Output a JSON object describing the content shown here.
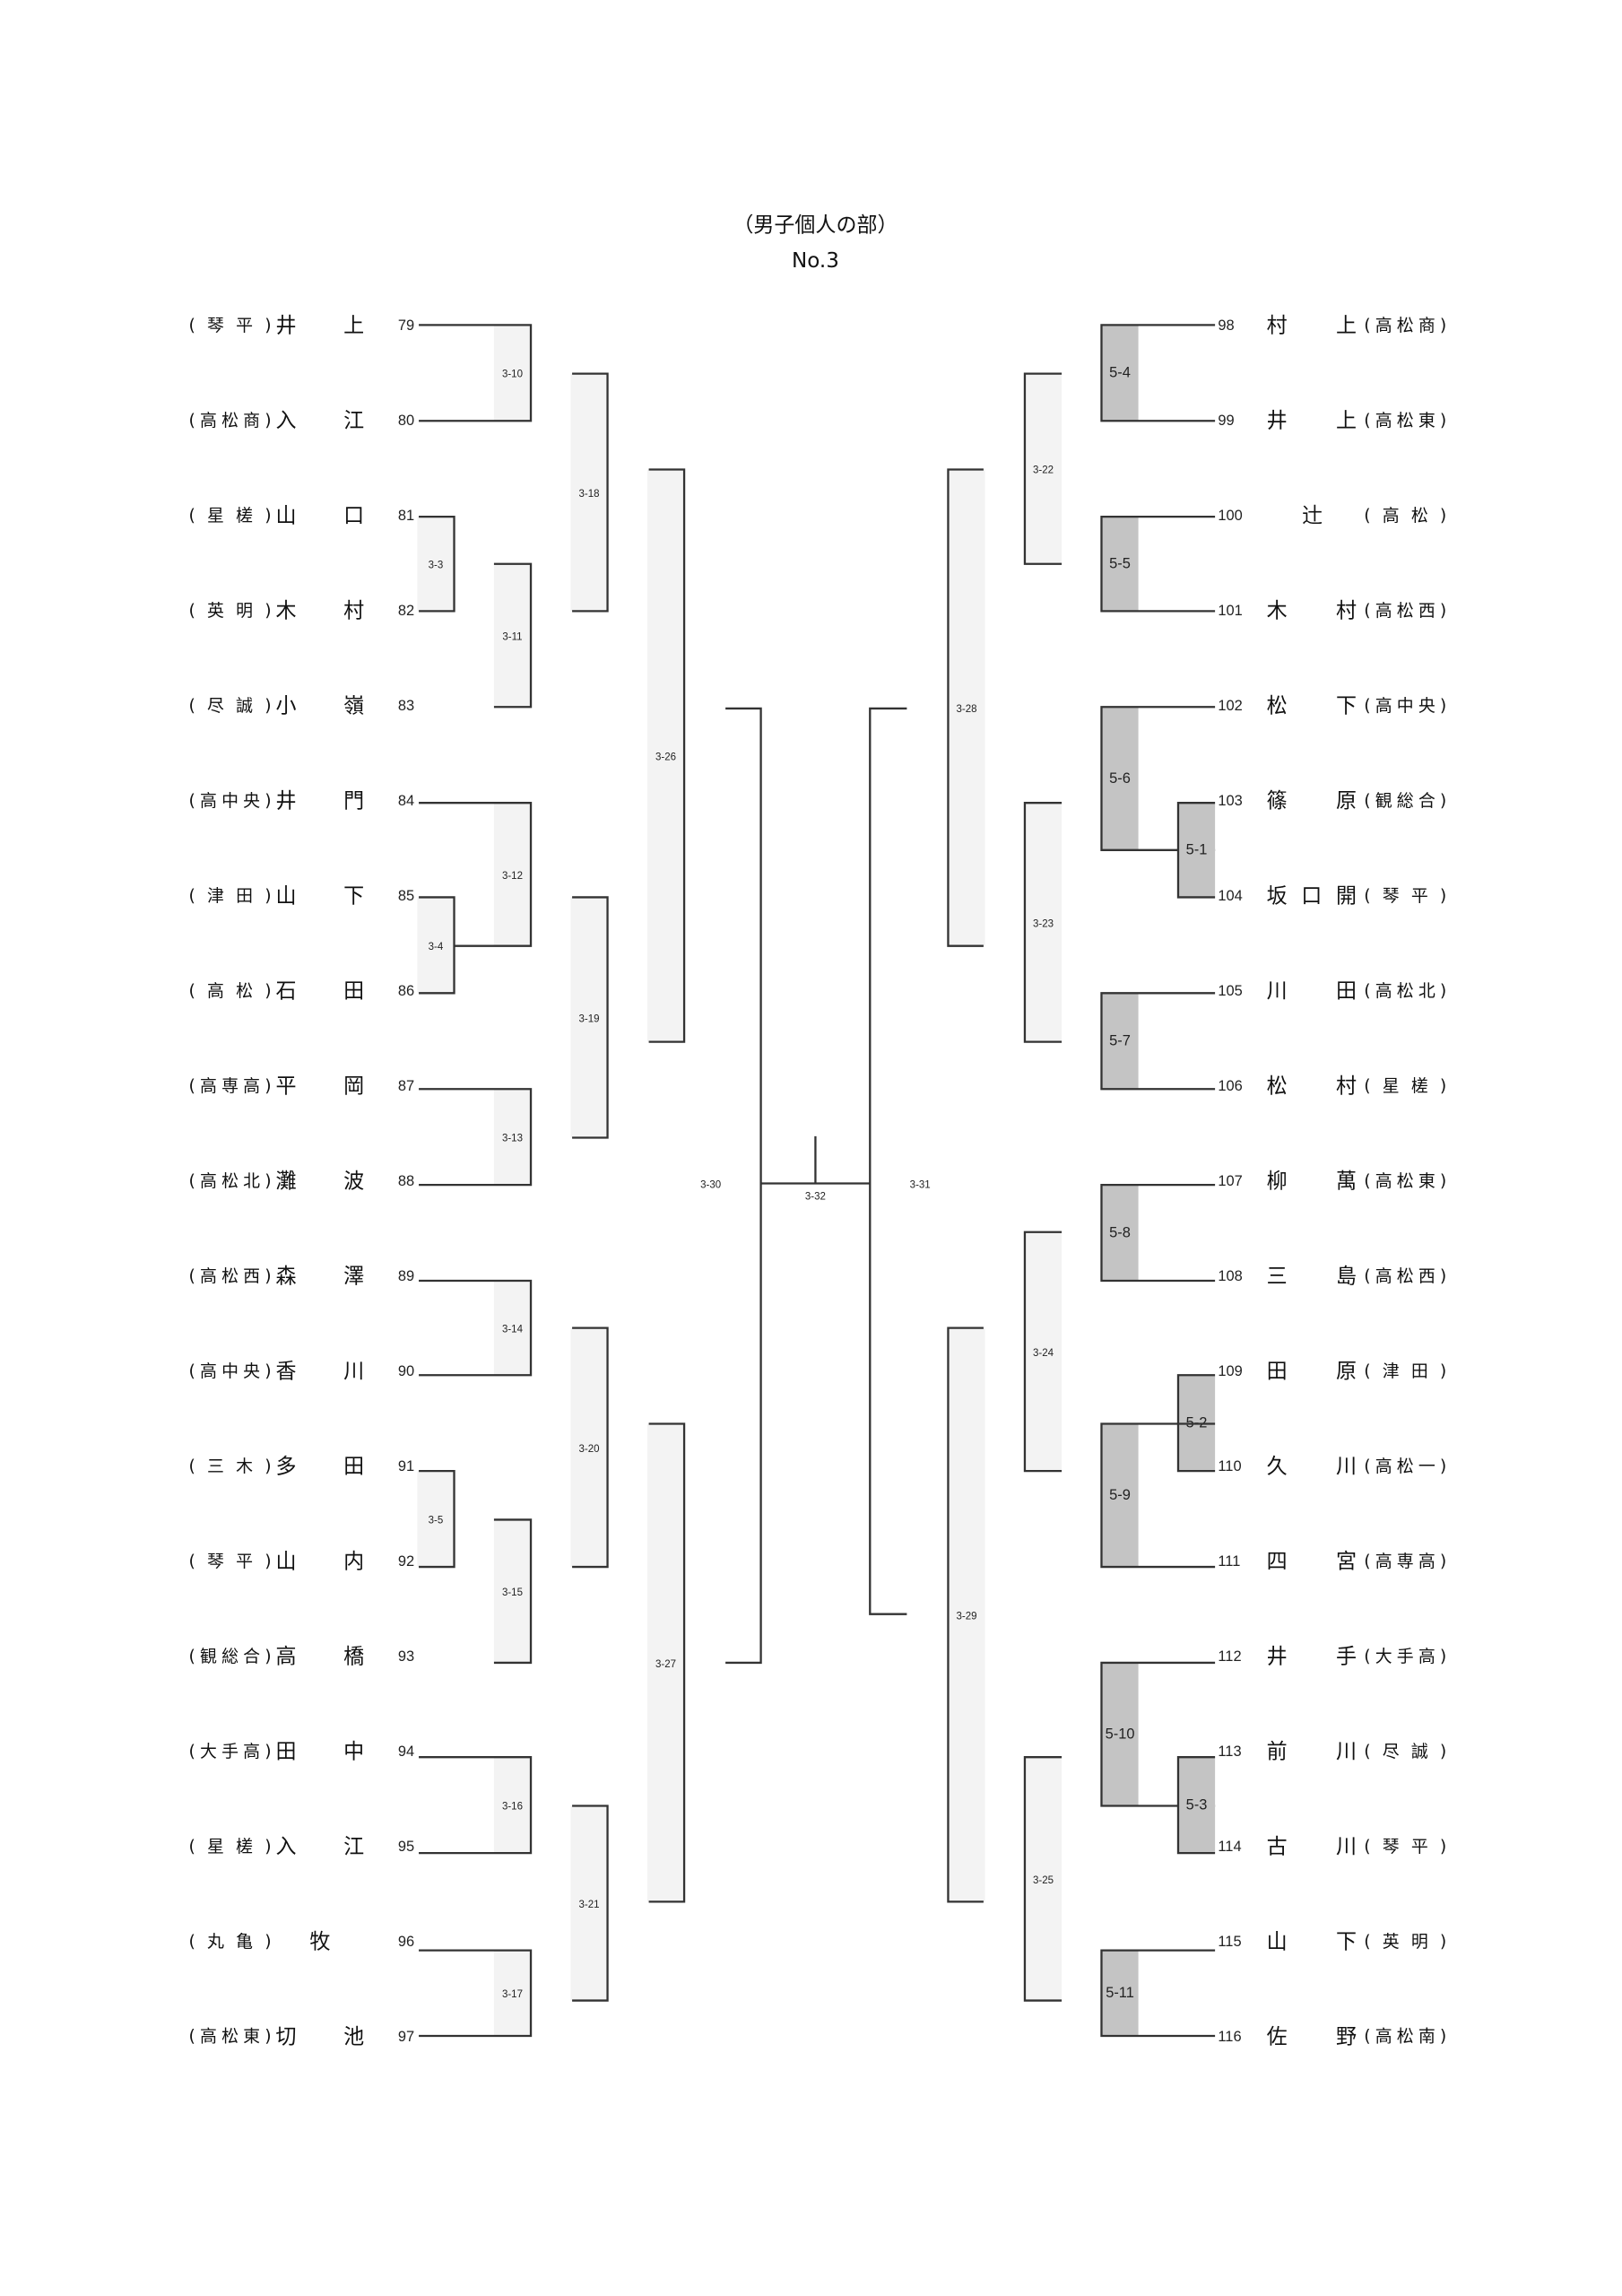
{
  "header": {
    "title": "（男子個人の部）",
    "subtitle": "No.3"
  },
  "left_players": [
    {
      "no": "79",
      "name": "井上",
      "school": "琴平"
    },
    {
      "no": "80",
      "name": "入江",
      "school": "高松商"
    },
    {
      "no": "81",
      "name": "山口",
      "school": "星槎"
    },
    {
      "no": "82",
      "name": "木村",
      "school": "英明"
    },
    {
      "no": "83",
      "name": "小嶺",
      "school": "尽誠"
    },
    {
      "no": "84",
      "name": "井門",
      "school": "高中央"
    },
    {
      "no": "85",
      "name": "山下",
      "school": "津田"
    },
    {
      "no": "86",
      "name": "石田",
      "school": "高松"
    },
    {
      "no": "87",
      "name": "平岡",
      "school": "高専高"
    },
    {
      "no": "88",
      "name": "灘波",
      "school": "高松北"
    },
    {
      "no": "89",
      "name": "森澤",
      "school": "高松西"
    },
    {
      "no": "90",
      "name": "香川",
      "school": "高中央"
    },
    {
      "no": "91",
      "name": "多田",
      "school": "三木"
    },
    {
      "no": "92",
      "name": "山内",
      "school": "琴平"
    },
    {
      "no": "93",
      "name": "高橋",
      "school": "観総合"
    },
    {
      "no": "94",
      "name": "田中",
      "school": "大手高"
    },
    {
      "no": "95",
      "name": "入江",
      "school": "星槎"
    },
    {
      "no": "96",
      "name": "牧",
      "school": "丸亀"
    },
    {
      "no": "97",
      "name": "切池",
      "school": "高松東"
    }
  ],
  "right_players": [
    {
      "no": "98",
      "name": "村上",
      "school": "高松商"
    },
    {
      "no": "99",
      "name": "井上",
      "school": "高松東"
    },
    {
      "no": "100",
      "name": "辻",
      "school": "高松"
    },
    {
      "no": "101",
      "name": "木村",
      "school": "高松西"
    },
    {
      "no": "102",
      "name": "松下",
      "school": "高中央"
    },
    {
      "no": "103",
      "name": "篠原",
      "school": "観総合"
    },
    {
      "no": "104",
      "name": "坂口開",
      "school": "琴平"
    },
    {
      "no": "105",
      "name": "川田",
      "school": "高松北"
    },
    {
      "no": "106",
      "name": "松村",
      "school": "星槎"
    },
    {
      "no": "107",
      "name": "柳萬",
      "school": "高松東"
    },
    {
      "no": "108",
      "name": "三島",
      "school": "高松西"
    },
    {
      "no": "109",
      "name": "田原",
      "school": "津田"
    },
    {
      "no": "110",
      "name": "久川",
      "school": "高松一"
    },
    {
      "no": "111",
      "name": "四宮",
      "school": "高専高"
    },
    {
      "no": "112",
      "name": "井手",
      "school": "大手高"
    },
    {
      "no": "113",
      "name": "前川",
      "school": "尽誠"
    },
    {
      "no": "114",
      "name": "古川",
      "school": "琴平"
    },
    {
      "no": "115",
      "name": "山下",
      "school": "英明"
    },
    {
      "no": "116",
      "name": "佐野",
      "school": "高松南"
    }
  ],
  "matches": {
    "m3_3": "3-3",
    "m3_4": "3-4",
    "m3_5": "3-5",
    "m3_10": "3-10",
    "m3_11": "3-11",
    "m3_12": "3-12",
    "m3_13": "3-13",
    "m3_14": "3-14",
    "m3_15": "3-15",
    "m3_16": "3-16",
    "m3_17": "3-17",
    "m3_18": "3-18",
    "m3_19": "3-19",
    "m3_20": "3-20",
    "m3_21": "3-21",
    "m3_26": "3-26",
    "m3_27": "3-27",
    "m3_30": "3-30",
    "m3_32": "3-32",
    "m3_31": "3-31",
    "m3_28": "3-28",
    "m3_29": "3-29",
    "m3_22": "3-22",
    "m3_23": "3-23",
    "m3_24": "3-24",
    "m3_25": "3-25",
    "m5_1": "5-1",
    "m5_2": "5-2",
    "m5_3": "5-3",
    "m5_4": "5-4",
    "m5_5": "5-5",
    "m5_6": "5-6",
    "m5_7": "5-7",
    "m5_8": "5-8",
    "m5_9": "5-9",
    "m5_10": "5-10",
    "m5_11": "5-11"
  },
  "colors": {
    "light_fill": "#f3f3f3",
    "gray_fill": "#c4c4c4",
    "line": "#333333"
  }
}
